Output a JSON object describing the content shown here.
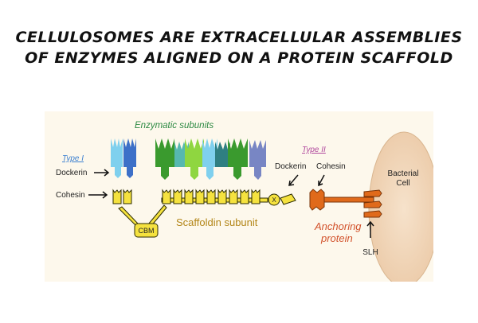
{
  "title": {
    "line1": "Cellulosomes are extracellular assemblies",
    "line2": "of enzymes aligned on a protein scaffold"
  },
  "diagram": {
    "enzymatic_subunits": "Enzymatic subunits",
    "type1": "Type I",
    "type2": "Type II",
    "dockerin": "Dockerin",
    "cohesin": "Cohesin",
    "dockerin2": "Dockerin",
    "cohesin2": "Cohesin",
    "cbm": "CBM",
    "x_module": "X",
    "scaffoldin": "Scaffoldin subunit",
    "anchoring_line1": "Anchoring",
    "anchoring_line2": "protein",
    "slh": "SLH",
    "bacterial_line1": "Bacterial",
    "bacterial_line2": "Cell"
  },
  "colors": {
    "panel_bg": "#fdf8ec",
    "scaffoldin": "#f5e23f",
    "anchoring": "#e06a1b",
    "cell": "#f2d9bd",
    "type_label": "#3a7fd0",
    "anchoring_text": "#d2522c"
  }
}
